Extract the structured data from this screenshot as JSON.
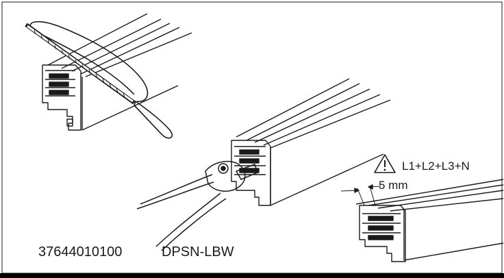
{
  "labels": {
    "part_number": "37644010100",
    "tool_name": "DPSN-LBW",
    "phases": "L1+L2+L3+N",
    "gap": "5 mm"
  },
  "icons": {
    "warning": "warning-triangle-icon"
  },
  "colors": {
    "ink": "#1a1a1a",
    "background": "#ffffff",
    "bottom_bar": "#000000"
  }
}
